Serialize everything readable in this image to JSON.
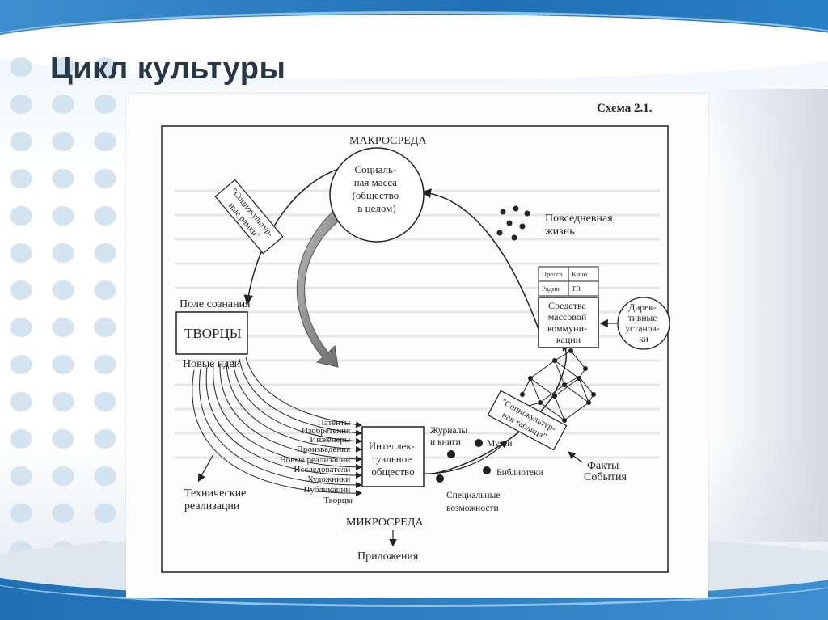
{
  "slide": {
    "title": "Цикл культуры"
  },
  "diagram": {
    "scheme_label": "Схема 2.1.",
    "macro_label": "МАКРОСРЕДА",
    "micro_label": "МИКРОСРЕДА",
    "social_mass": [
      "Социаль-",
      "ная масса",
      "(общество",
      "в целом)"
    ],
    "sociocultural_frame": [
      "\"Социокультур-",
      "ные рамки\""
    ],
    "everyday_life": [
      "Повседневная",
      "жизнь"
    ],
    "media_grid": [
      "Пресса",
      "Кино",
      "Радио",
      "ТВ"
    ],
    "mass_media": [
      "Средства",
      "массовой",
      "коммуни-",
      "кации"
    ],
    "directives": [
      "Дирек-",
      "тивные",
      "установ-",
      "ки"
    ],
    "field_of_consciousness": "Поле сознания",
    "creators_box": "ТВОРЦЫ",
    "new_ideas": "Новые идеи",
    "creations": [
      "Патенты",
      "Изобретения",
      "Инженеры",
      "Произведения",
      "Новые реализации",
      "Исследователи",
      "Художники",
      "Публикации",
      "Творцы"
    ],
    "intellectual_society": [
      "Интеллек-",
      "туальное",
      "общество"
    ],
    "journals": [
      "Журналы",
      "и книги"
    ],
    "museums": "Музеи",
    "libraries": "Библиотеки",
    "special_opportunities": [
      "Специальные",
      "возможности"
    ],
    "sociocultural_table": [
      "\"Социокультур-",
      "ная таблица\""
    ],
    "facts_events": [
      "Факты",
      "События"
    ],
    "technical": [
      "Технические",
      "реализации"
    ],
    "applications": "Приложения"
  }
}
